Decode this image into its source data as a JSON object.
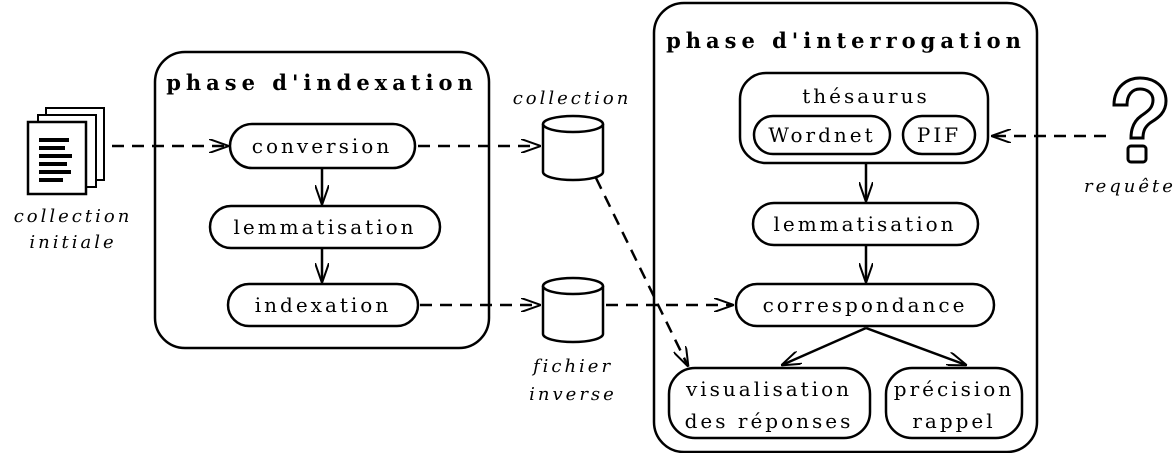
{
  "indexing_phase": {
    "title": "phase d'indexation",
    "nodes": {
      "conversion": "conversion",
      "lemmatisation": "lemmatisation",
      "indexation": "indexation"
    }
  },
  "query_phase": {
    "title": "phase d'interrogation",
    "thesaurus": {
      "label": "thésaurus",
      "wordnet": "Wordnet",
      "pif": "PIF"
    },
    "nodes": {
      "lemmatisation": "lemmatisation",
      "correspondance": "correspondance",
      "visualisation_line1": "visualisation",
      "visualisation_line2": "des réponses",
      "precision_line1": "précision",
      "precision_line2": "rappel"
    }
  },
  "stores": {
    "collection": "collection",
    "fichier_inverse_line1": "fichier",
    "fichier_inverse_line2": "inverse"
  },
  "inputs": {
    "collection_initiale_line1": "collection",
    "collection_initiale_line2": "initiale",
    "requete": "requête"
  },
  "icons": {
    "documents": "document-stack-icon",
    "query": "question-mark-icon"
  }
}
